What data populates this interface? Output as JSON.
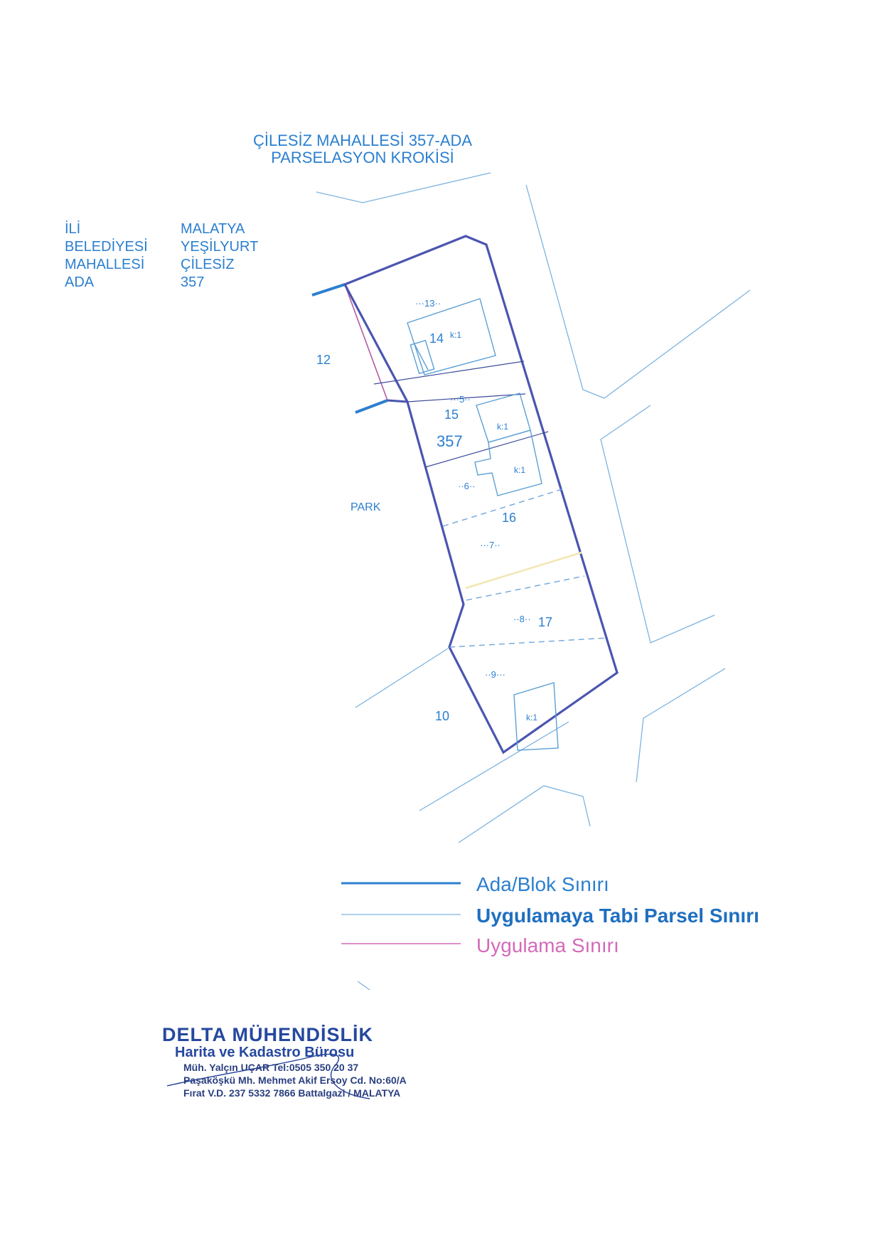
{
  "title": {
    "line1": "ÇİLESİZ MAHALLESİ 357-ADA",
    "line2": "PARSELASYON KROKİSİ"
  },
  "info": [
    {
      "key": "İLİ",
      "value": "MALATYA"
    },
    {
      "key": "BELEDİYESİ",
      "value": "YEŞİLYURT"
    },
    {
      "key": "MAHALLESİ",
      "value": "ÇİLESİZ"
    },
    {
      "key": "ADA",
      "value": "357"
    }
  ],
  "map_labels": {
    "parcel_13": "···13··",
    "parcel_14": "14",
    "k1": "k:1",
    "parcel_12": "12",
    "parcel_5": "···5··",
    "parcel_15": "15",
    "ada_357": "357",
    "parcel_6": "··6··",
    "park": "PARK",
    "parcel_16": "16",
    "parcel_7": "···7··",
    "parcel_8": "··8··",
    "parcel_17": "17",
    "parcel_9": "··9···",
    "parcel_10": "10"
  },
  "legend": [
    {
      "label": "Ada/Blok Sınırı",
      "color": "#2b7fd0"
    },
    {
      "label": "Uygulamaya Tabi Parsel Sınırı",
      "color": "#1f6fc0"
    },
    {
      "label": "Uygulama Sınırı",
      "color": "#d46ab8"
    }
  ],
  "stamp": {
    "line1": "DELTA MÜHENDİSLİK",
    "line2": "Harita ve Kadastro Bürosu",
    "line3": "Müh. Yalçın UÇAR Tel:0505 350 20 37",
    "line4": "Paşaköşkü Mh. Mehmet Akif Ersoy Cd. No:60/A",
    "line5": "Fırat V.D. 237 5332 7866 Battalgazi / MALATYA"
  },
  "colors": {
    "ada": "#4a55b0",
    "parcel": "#5aa0d6",
    "dashed": "#6fa5dc",
    "pink": "#b35aa3",
    "yellow": "#f2e6b3",
    "road": "#6faad8"
  }
}
